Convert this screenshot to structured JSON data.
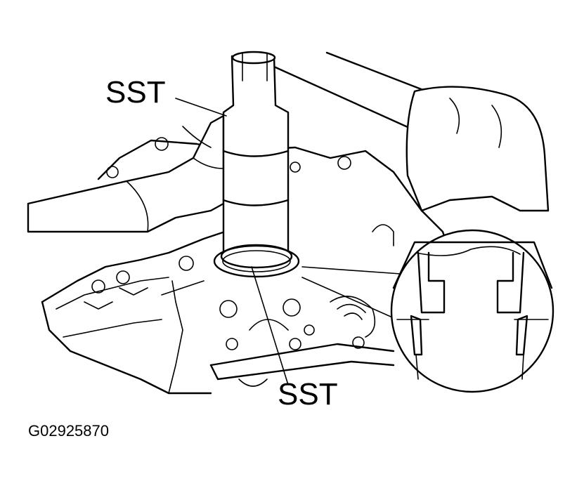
{
  "labels": {
    "sst_top": "SST",
    "sst_bottom": "SST",
    "figure_code": "G02925870"
  },
  "colors": {
    "line": "#000000",
    "background": "#ffffff"
  }
}
